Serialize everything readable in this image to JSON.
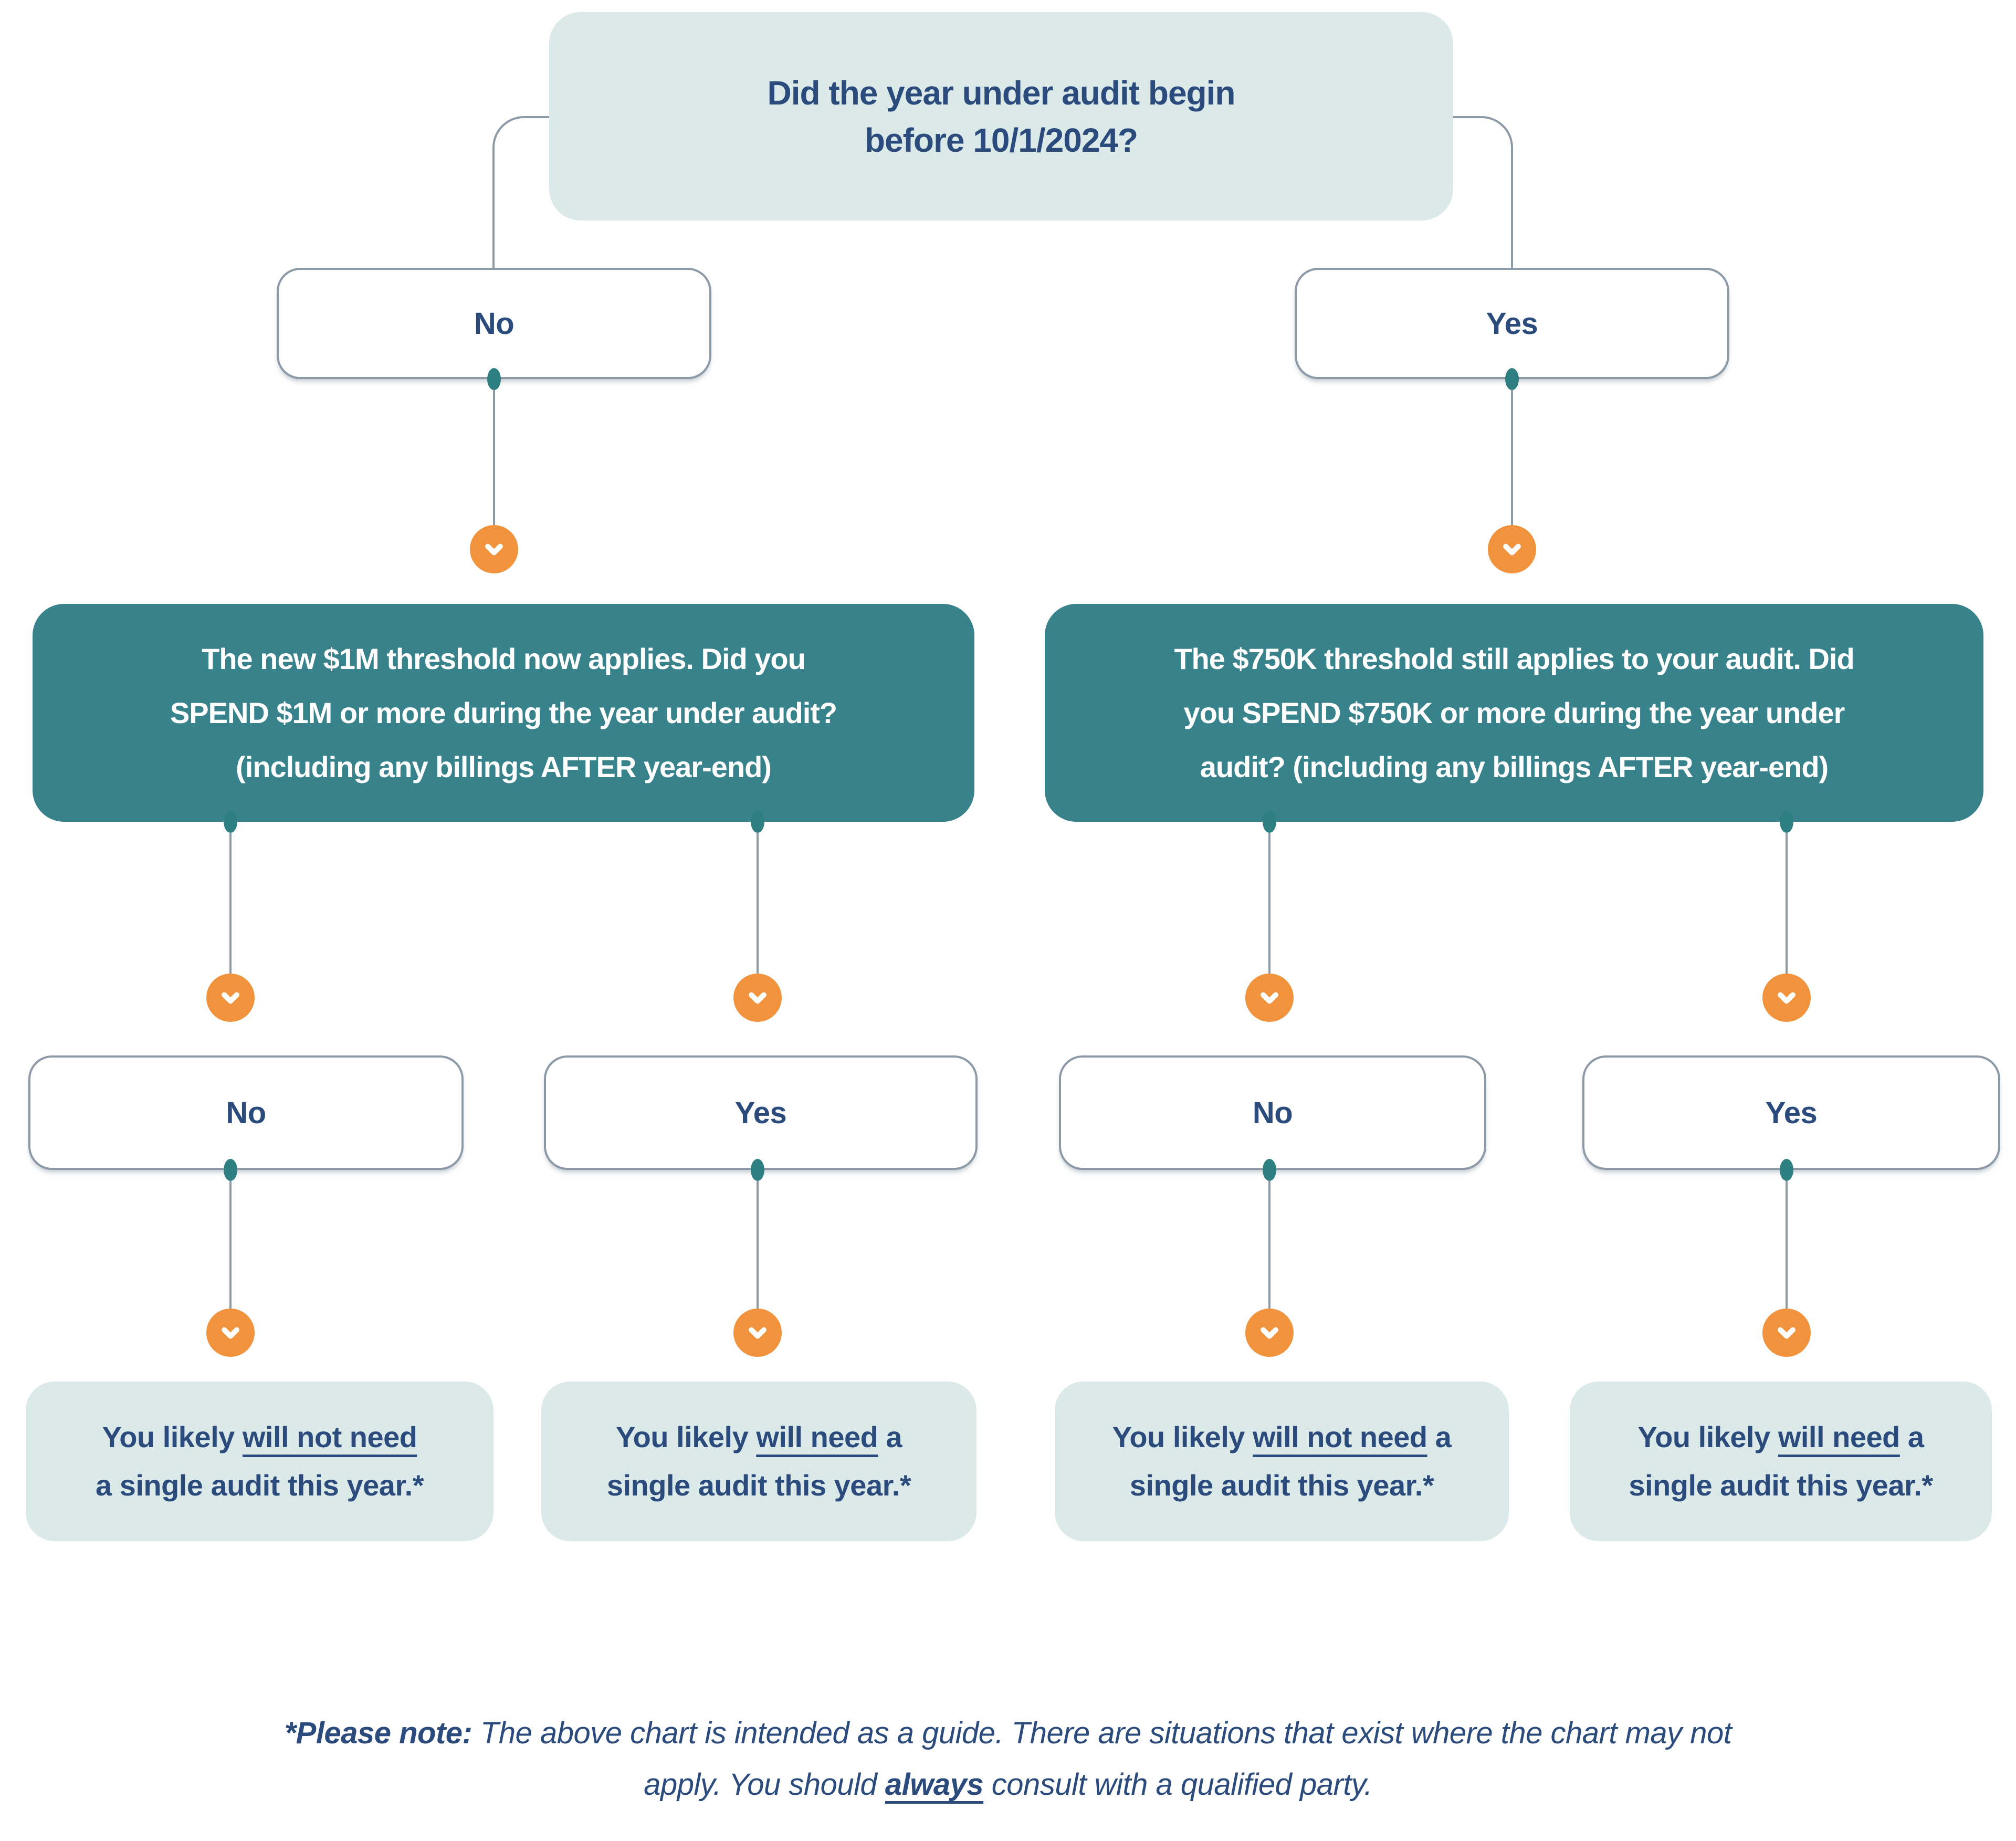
{
  "colors": {
    "navy_text": "#2a4b7c",
    "mint_fill": "#dce9e9",
    "teal_fill": "#37828b",
    "teal_dot": "#2d7f82",
    "orange_marker": "#f1933c",
    "connector_gray": "#8c99a7",
    "white": "#ffffff"
  },
  "root": {
    "line1": "Did the year under audit begin",
    "line2": "before 10/1/2024?"
  },
  "level1": {
    "no_label": "No",
    "yes_label": "Yes"
  },
  "questions": {
    "no_branch": {
      "line1": "The new $1M threshold now applies. Did you",
      "line2": "SPEND $1M or more during the year under audit?",
      "line3": "(including any billings AFTER year-end)"
    },
    "yes_branch": {
      "line1": "The $750K threshold still applies to your audit. Did",
      "line2": "you SPEND $750K or more during the year under",
      "line3": "audit? (including any billings AFTER year-end)"
    }
  },
  "level2": {
    "labels": [
      "No",
      "Yes",
      "No",
      "Yes"
    ]
  },
  "results": [
    {
      "l1_pre": "You likely ",
      "l1_u": "will not need",
      "l1_post": "",
      "l2": "a single audit this year.*"
    },
    {
      "l1_pre": "You likely ",
      "l1_u": "will need",
      "l1_post": " a",
      "l2": "single audit this year.*"
    },
    {
      "l1_pre": "You likely ",
      "l1_u": "will not need",
      "l1_post": " a",
      "l2": "single audit this year.*"
    },
    {
      "l1_pre": "You likely ",
      "l1_u": "will need",
      "l1_post": " a",
      "l2": "single audit this year.*"
    }
  ],
  "footnote": {
    "bold": "*Please note:",
    "line1_rest": " The above chart is intended as a guide. There are situations that exist where the chart may not",
    "line2_pre": "apply. You should ",
    "always": "always",
    "line2_post": " consult with a qualified party."
  },
  "icons": {
    "chevron_down": "chevron-down"
  }
}
